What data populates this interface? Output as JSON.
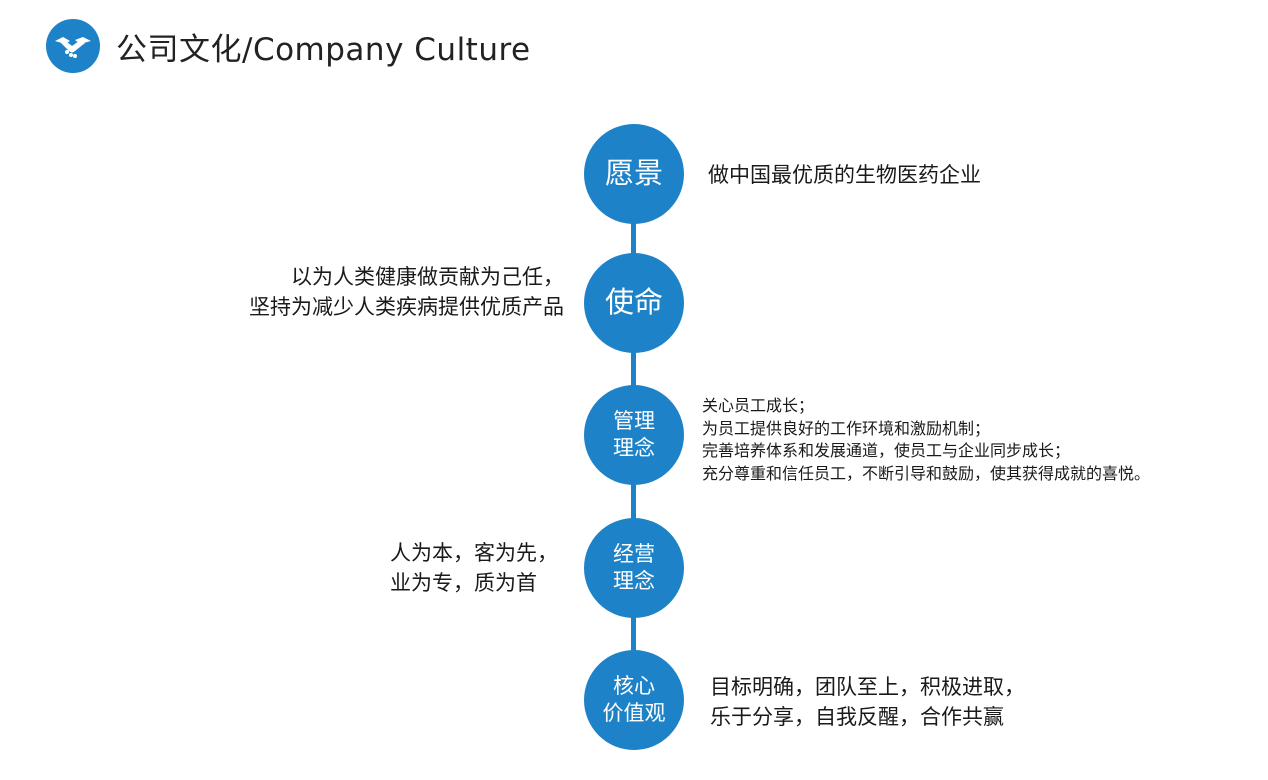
{
  "header": {
    "title": "公司文化/Company Culture",
    "icon": "handshake-icon"
  },
  "colors": {
    "accent": "#1e82c8"
  },
  "nodes": [
    {
      "label_lines": [
        "愿景"
      ],
      "text_lines": [
        "做中国最优质的生物医药企业"
      ]
    },
    {
      "label_lines": [
        "使命"
      ],
      "text_lines": [
        "以为人类健康做贡献为己任，",
        "坚持为减少人类疾病提供优质产品"
      ]
    },
    {
      "label_lines": [
        "管理",
        "理念"
      ],
      "text_lines": [
        "关心员工成长；",
        "为员工提供良好的工作环境和激励机制；",
        "完善培养体系和发展通道，使员工与企业同步成长；",
        "充分尊重和信任员工，不断引导和鼓励，使其获得成就的喜悦。"
      ]
    },
    {
      "label_lines": [
        "经营",
        "理念"
      ],
      "text_lines": [
        "人为本，客为先，",
        "业为专，质为首"
      ]
    },
    {
      "label_lines": [
        "核心",
        "价值观"
      ],
      "text_lines": [
        "目标明确，团队至上，积极进取，",
        "乐于分享，自我反醒，合作共赢"
      ]
    }
  ]
}
